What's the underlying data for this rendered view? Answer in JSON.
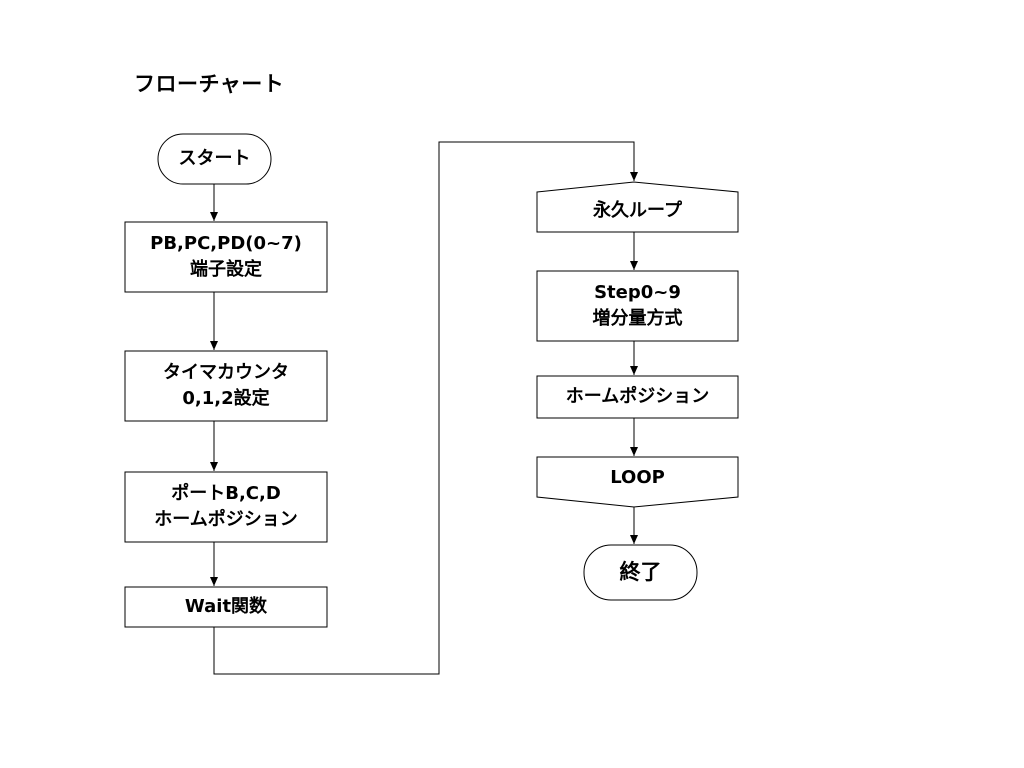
{
  "title": "フローチャート",
  "nodes": {
    "start": "スタート",
    "port_setup": {
      "line1": "PB,PC,PD(0~7)",
      "line2": "端子設定"
    },
    "timer_setup": {
      "line1": "タイマカウンタ",
      "line2": "0,1,2設定"
    },
    "port_home": {
      "line1": "ポートB,C,D",
      "line2": "ホームポジション"
    },
    "wait": "Wait関数",
    "forever_loop": "永久ループ",
    "step": {
      "line1": "Step0~9",
      "line2": "増分量方式"
    },
    "home_position": "ホームポジション",
    "loop_end": "LOOP",
    "end": "終了"
  }
}
